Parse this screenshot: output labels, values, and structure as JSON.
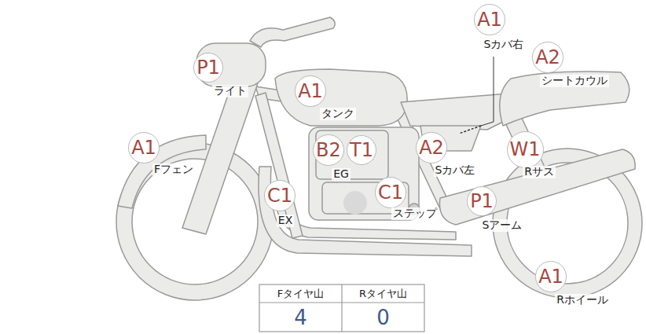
{
  "diagram": {
    "nodes": [
      {
        "text": [
          "A1",
          "Sカバ右"
        ]
      },
      {
        "text": [
          "A2",
          "シートカウル"
        ]
      },
      {
        "text": [
          "P1",
          "ライト"
        ]
      },
      {
        "text": [
          "A1",
          "タンク"
        ]
      },
      {
        "text": [
          "A1",
          "Fフェン"
        ]
      },
      {
        "text": [
          "B2",
          "EG"
        ]
      },
      {
        "text": [
          "T1"
        ]
      },
      {
        "text": [
          "A2",
          "Sカバ左"
        ]
      },
      {
        "text": [
          "W1",
          "Rサス"
        ]
      },
      {
        "text": [
          "C1",
          "EX"
        ]
      },
      {
        "text": [
          "C1",
          "ステップ"
        ]
      },
      {
        "text": [
          "P1",
          "Sアーム"
        ]
      },
      {
        "text": [
          "A1",
          "Rホイール"
        ]
      }
    ],
    "labels": [
      "Fタイヤ山",
      "Rタイヤ山",
      "4",
      "0"
    ]
  }
}
